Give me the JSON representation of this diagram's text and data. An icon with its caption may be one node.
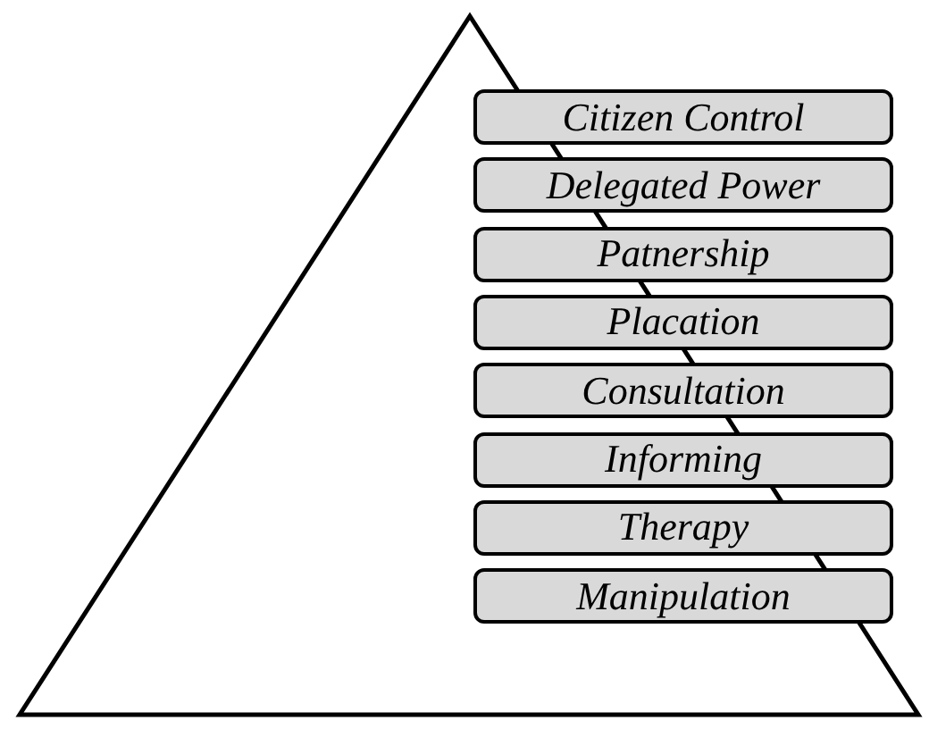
{
  "diagram": {
    "nodes": [
      {
        "text": [
          "Citizen Control"
        ]
      },
      {
        "text": [
          "Delegated Power"
        ]
      },
      {
        "text": [
          "Patnership"
        ]
      },
      {
        "text": [
          "Placation"
        ]
      },
      {
        "text": [
          "Consultation"
        ]
      },
      {
        "text": [
          "Informing"
        ]
      },
      {
        "text": [
          "Therapy"
        ]
      },
      {
        "text": [
          "Manipulation"
        ]
      }
    ]
  }
}
